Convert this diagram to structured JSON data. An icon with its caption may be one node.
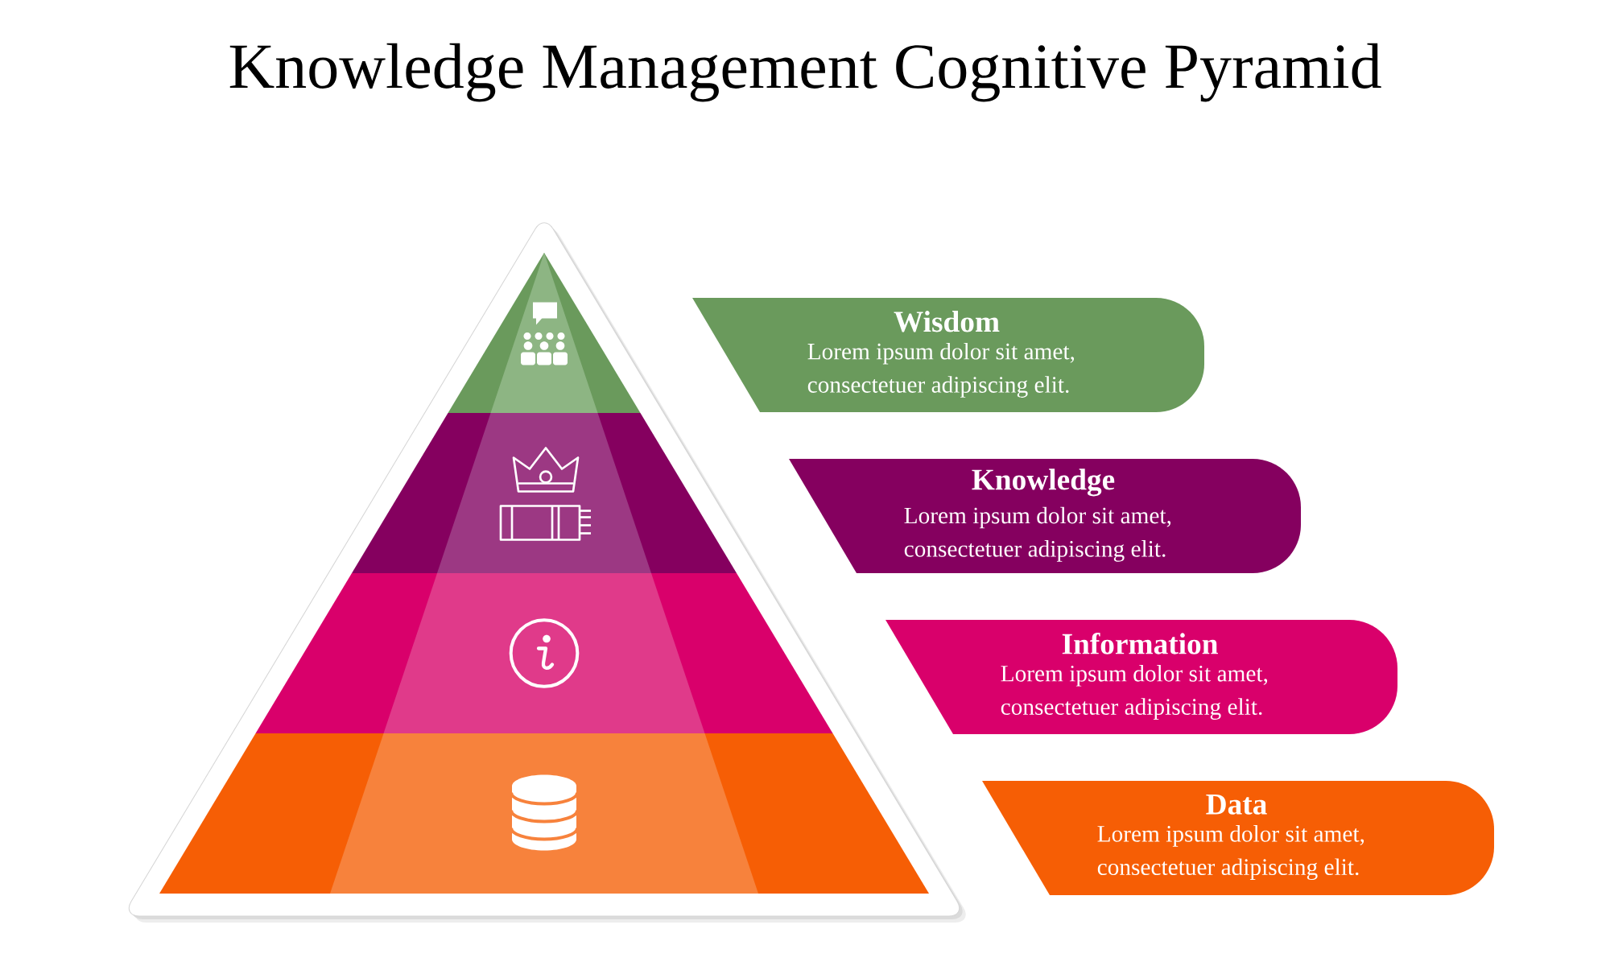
{
  "diagram": {
    "title": "Knowledge Management Cognitive Pyramid",
    "nodes": [
      {
        "text": [
          "Wisdom",
          "Lorem ipsum dolor sit amet, consectetuer adipiscing elit."
        ]
      },
      {
        "text": [
          "Knowledge",
          "Lorem ipsum dolor sit amet, consectetuer adipiscing elit."
        ]
      },
      {
        "text": [
          "Information",
          "Lorem ipsum dolor sit amet, consectetuer adipiscing elit."
        ]
      },
      {
        "text": [
          "Data",
          "Lorem ipsum dolor sit amet, consectetuer adipiscing elit."
        ]
      }
    ]
  }
}
